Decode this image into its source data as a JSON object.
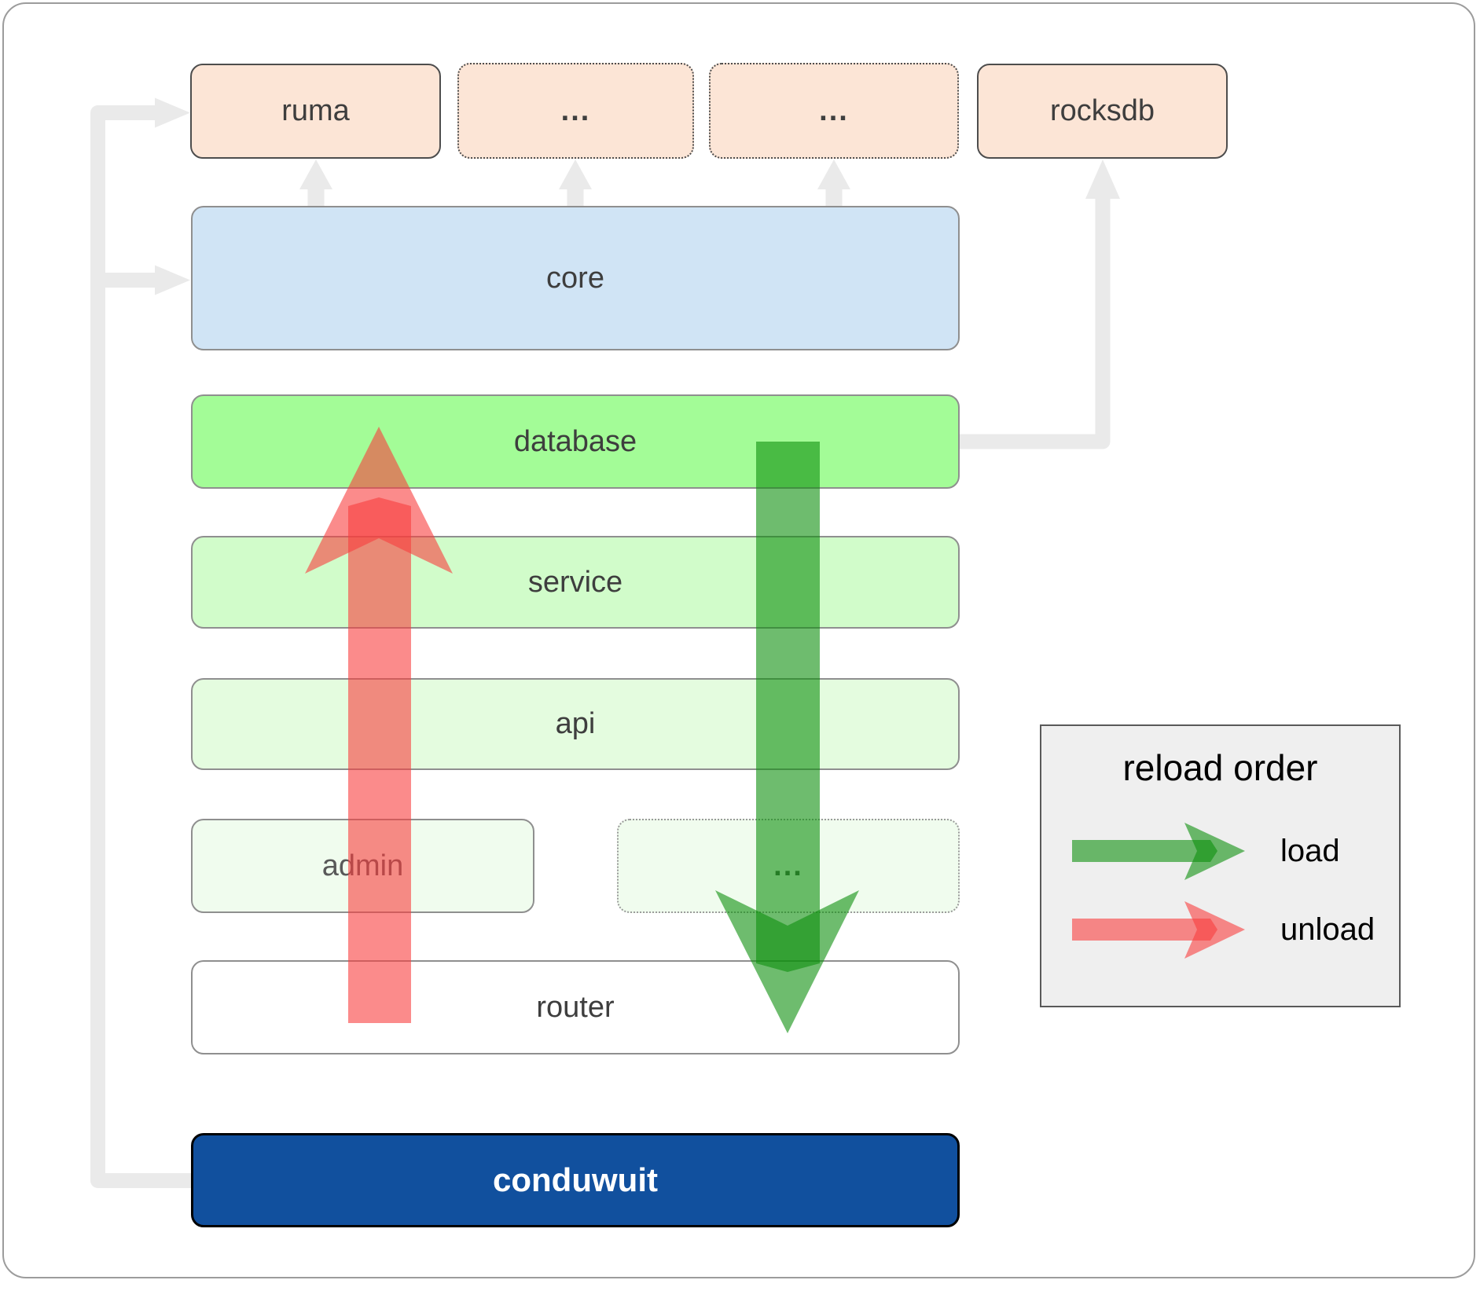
{
  "diagram": {
    "external_row": [
      {
        "label": "ruma",
        "border": "solid"
      },
      {
        "label": "...",
        "border": "dotted"
      },
      {
        "label": "...",
        "border": "dotted"
      },
      {
        "label": "rocksdb",
        "border": "solid"
      }
    ],
    "stack": [
      {
        "label": "core"
      },
      {
        "label": "database"
      },
      {
        "label": "service"
      },
      {
        "label": "api"
      }
    ],
    "admin_row": [
      {
        "label": "admin",
        "border": "solid"
      },
      {
        "label": "...",
        "border": "dotted"
      }
    ],
    "router": {
      "label": "router"
    },
    "app": {
      "label": "conduwuit"
    }
  },
  "legend": {
    "title": "reload order",
    "items": [
      {
        "label": "load"
      },
      {
        "label": "unload"
      }
    ]
  },
  "colors": {
    "load": "#0d8f0d",
    "unload": "#f83e3e",
    "connector": "#eaeaea",
    "core_fill": "#d0e4f5",
    "database_fill": "#a3fc97",
    "external_fill": "#fce5d6",
    "app_fill": "#11509e"
  }
}
